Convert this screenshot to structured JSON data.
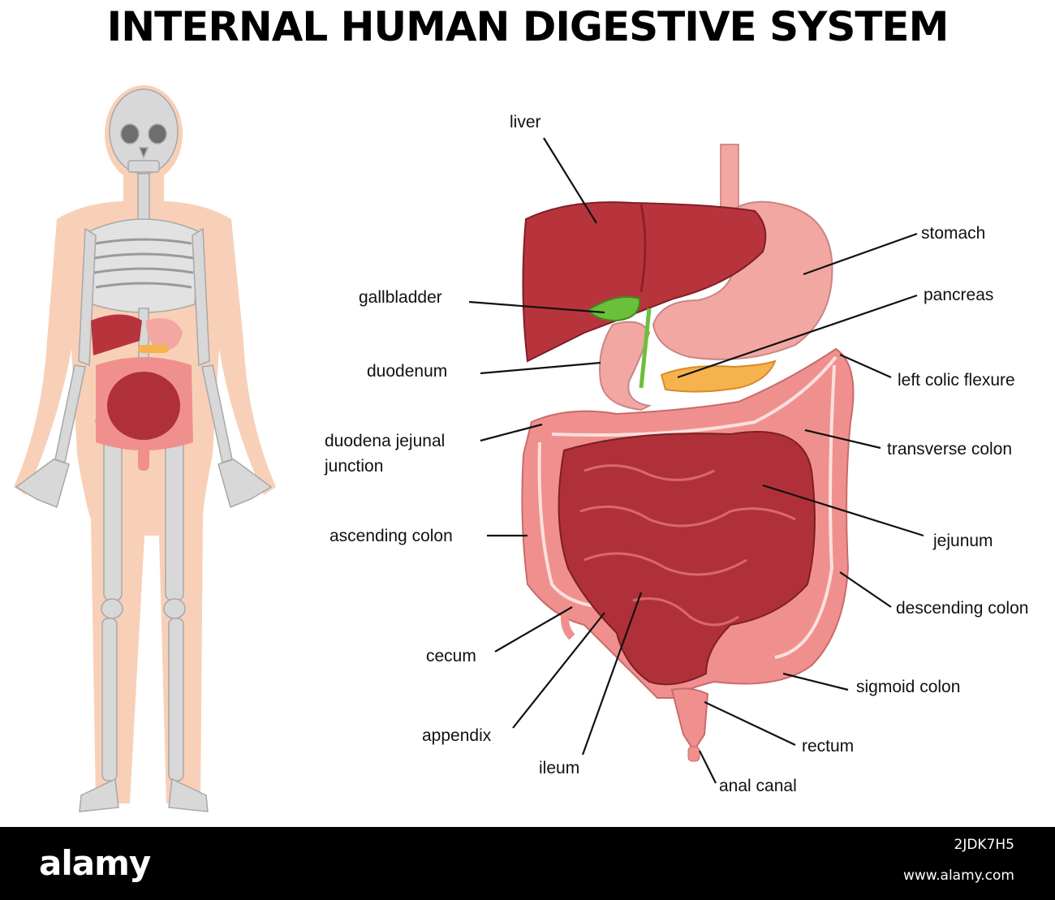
{
  "title": "INTERNAL HUMAN DIGESTIVE SYSTEM",
  "labels": {
    "liver": "liver",
    "gallbladder": "gallbladder",
    "duodenum": "duodenum",
    "dj_line1": "duodena jejunal",
    "dj_line2": "junction",
    "ascending_colon": "ascending colon",
    "cecum": "cecum",
    "appendix": "appendix",
    "ileum": "ileum",
    "stomach": "stomach",
    "pancreas": "pancreas",
    "left_colic_flexure": "left colic flexure",
    "transverse_colon": "transverse colon",
    "jejunum": "jejunum",
    "descending_colon": "descending colon",
    "sigmoid_colon": "sigmoid colon",
    "rectum": "rectum",
    "anal_canal": "anal canal"
  },
  "footer": {
    "brand": "alamy",
    "image_id": "2JDK7H5",
    "site": "www.alamy.com"
  },
  "colors": {
    "skin": "#f7cbb0",
    "bone": "#d6d6d6",
    "liver": "#b8343d",
    "stomach": "#f2a7a2",
    "gallbladder": "#6cbf3a",
    "pancreas": "#f6b24c",
    "colon": "#f0908e",
    "small_intestine": "#b03039"
  }
}
